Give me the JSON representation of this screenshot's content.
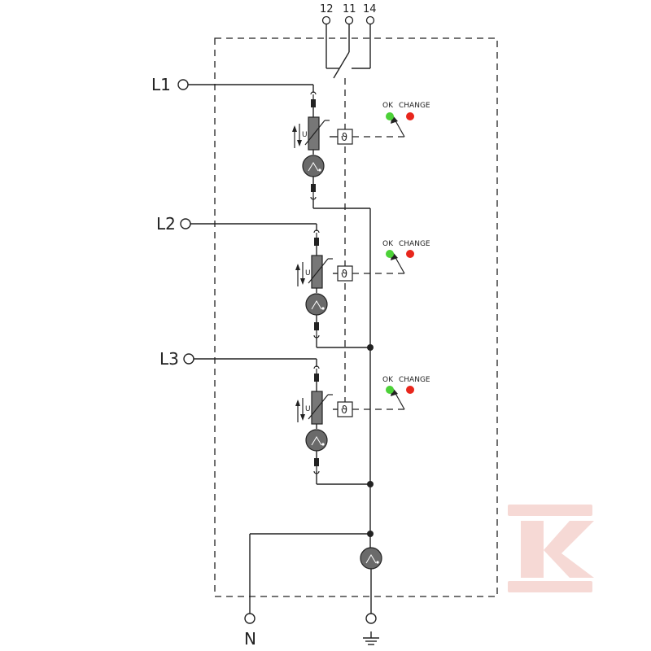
{
  "terminals": {
    "relay": [
      "12",
      "11",
      "14"
    ],
    "phases": [
      "L1",
      "L2",
      "L3"
    ],
    "neutral": "N"
  },
  "indicators": [
    {
      "ok_label": "OK",
      "change_label": "CHANGE"
    },
    {
      "ok_label": "OK",
      "change_label": "CHANGE"
    },
    {
      "ok_label": "OK",
      "change_label": "CHANGE"
    }
  ],
  "varistor_symbol": "U",
  "thermal_symbol": "ϑ",
  "colors": {
    "ok": "#4cd137",
    "change": "#e8261c",
    "component": "#707070",
    "line": "#222222",
    "watermark": "#f6d9d5"
  },
  "icons": {
    "ground": "ground-icon",
    "watermark": "k-logo-watermark"
  }
}
